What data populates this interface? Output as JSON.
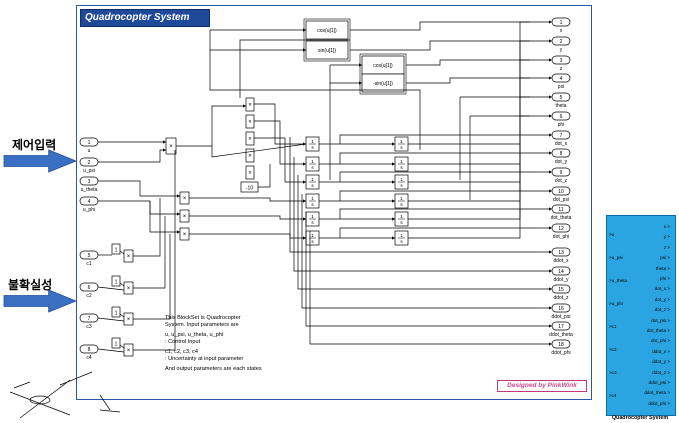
{
  "title": "Quadrocopter System",
  "annotations": {
    "control_input": "제어입력",
    "uncertainty": "불확실성"
  },
  "description": [
    "This BlockSet is Quadrocopter\nSystem. Input parameters are",
    "u, u_psi, u_theta, u_phi\n: Control Input",
    "c1, c2, c3, c4\n: Uncertainty at input parameter",
    "And output parameters are each states"
  ],
  "credit": "Designed by PinkWink",
  "inports": [
    {
      "num": "1",
      "name": "u"
    },
    {
      "num": "2",
      "name": "u_psi"
    },
    {
      "num": "3",
      "name": "u_theta"
    },
    {
      "num": "4",
      "name": "u_phi"
    },
    {
      "num": "5",
      "name": "c1"
    },
    {
      "num": "6",
      "name": "c2"
    },
    {
      "num": "7",
      "name": "c3"
    },
    {
      "num": "8",
      "name": "c4"
    }
  ],
  "outports": [
    {
      "num": "1",
      "name": "x"
    },
    {
      "num": "2",
      "name": "y"
    },
    {
      "num": "3",
      "name": "z"
    },
    {
      "num": "4",
      "name": "psi"
    },
    {
      "num": "5",
      "name": "theta"
    },
    {
      "num": "6",
      "name": "phi"
    },
    {
      "num": "7",
      "name": "dot_x"
    },
    {
      "num": "8",
      "name": "dot_y"
    },
    {
      "num": "9",
      "name": "dot_z"
    },
    {
      "num": "10",
      "name": "dot_psi"
    },
    {
      "num": "11",
      "name": "dot_theta"
    },
    {
      "num": "12",
      "name": "dot_phi"
    },
    {
      "num": "13",
      "name": "ddot_x"
    },
    {
      "num": "14",
      "name": "ddot_y"
    },
    {
      "num": "15",
      "name": "ddot_z"
    },
    {
      "num": "16",
      "name": "ddot_psi"
    },
    {
      "num": "17",
      "name": "ddot_theta"
    },
    {
      "num": "18",
      "name": "ddot_phi"
    }
  ],
  "blocks": {
    "cos1": "cos(u[1])",
    "sin1": "sin(u[1])",
    "cos2": "cos(u[1])",
    "sin2": "-sin(u[1])",
    "gain": "-10",
    "const": "1",
    "integrator_num": "1",
    "integrator_den": "s",
    "product": "×"
  },
  "subsystem": {
    "caption": "Quadrocopter System",
    "inputs": [
      "u",
      "u_psi",
      "u_theta",
      "u_phi",
      "c1",
      "c2",
      "c3",
      "c4"
    ],
    "outputs": [
      "x",
      "y",
      "z",
      "psi",
      "theta",
      "phi",
      "dot_x",
      "dot_y",
      "dot_z",
      "dot_psi",
      "dot_theta",
      "dot_phi",
      "ddot_x",
      "ddot_y",
      "ddot_z",
      "ddot_psi",
      "ddot_theta",
      "ddot_phi"
    ]
  },
  "colors": {
    "frame": "#2b57a7",
    "banner": "#1f4a9a",
    "arrow": "#3a6fc2",
    "subsystem": "#2aa5e1",
    "credit": "#d0488f"
  }
}
